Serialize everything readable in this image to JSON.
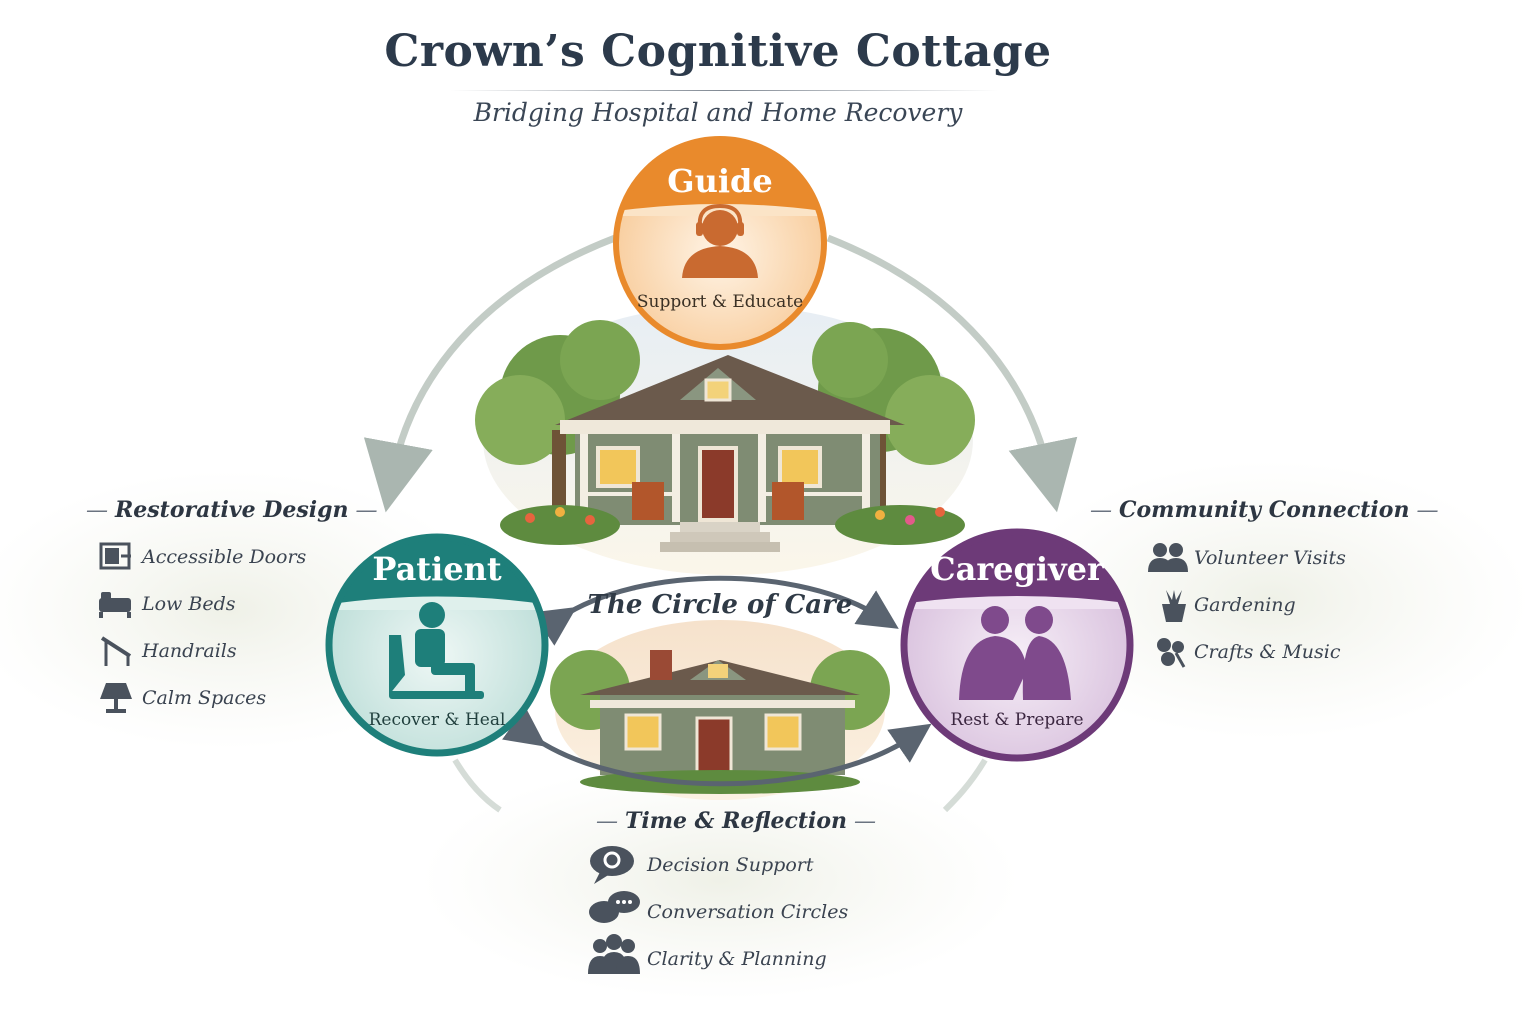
{
  "header": {
    "title": "Crown’s Cognitive Cottage",
    "subtitle": "Bridging Hospital and Home Recovery"
  },
  "roles": {
    "guide": {
      "title": "Guide",
      "caption": "Support & Educate",
      "color": "#e98a2c",
      "icon": "guide-person-icon"
    },
    "patient": {
      "title": "Patient",
      "caption": "Recover & Heal",
      "color": "#1e7f7a",
      "icon": "seated-person-icon"
    },
    "caregiver": {
      "title": "Caregiver",
      "caption": "Rest & Prepare",
      "color": "#6d3a78",
      "icon": "caregiver-pair-icon"
    }
  },
  "center": {
    "label": "The Circle of Care"
  },
  "restorative_design": {
    "heading": "Restorative Design",
    "items": [
      {
        "label": "Accessible Doors",
        "icon": "door-icon"
      },
      {
        "label": "Low Beds",
        "icon": "bed-icon"
      },
      {
        "label": "Handrails",
        "icon": "handrail-icon"
      },
      {
        "label": "Calm Spaces",
        "icon": "lamp-icon"
      }
    ]
  },
  "community_connection": {
    "heading": "Community Connection",
    "items": [
      {
        "label": "Volunteer Visits",
        "icon": "people-icon"
      },
      {
        "label": "Gardening",
        "icon": "plant-icon"
      },
      {
        "label": "Crafts & Music",
        "icon": "crafts-icon"
      }
    ]
  },
  "time_reflection": {
    "heading": "Time & Reflection",
    "items": [
      {
        "label": "Decision Support",
        "icon": "speech-bubble-icon"
      },
      {
        "label": "Conversation Circles",
        "icon": "chat-bubbles-icon"
      },
      {
        "label": "Clarity & Planning",
        "icon": "group-icon"
      }
    ]
  }
}
